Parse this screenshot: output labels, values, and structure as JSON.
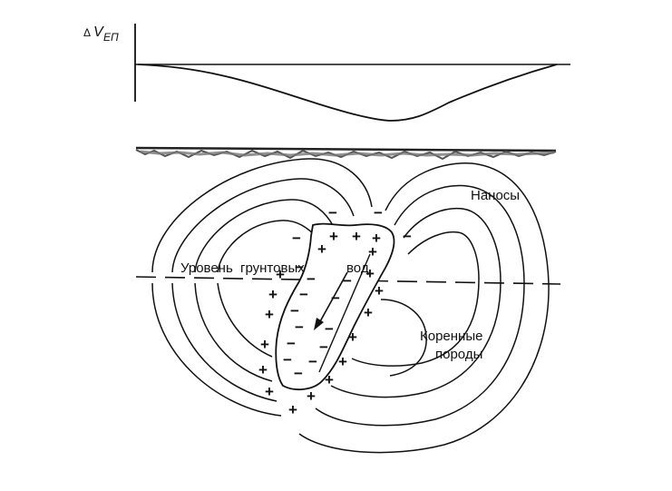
{
  "graph": {
    "delta_symbol": "Δ",
    "v_symbol": "V",
    "subscript": "ЕП"
  },
  "labels": {
    "sediments": "Наносы",
    "water_level_1": "Уровень",
    "water_level_2": "грунтовых",
    "water_level_3": "вод",
    "bedrock_1": "Коренные",
    "bedrock_2": "породы"
  },
  "signs": {
    "plus": "+",
    "minus": "−"
  },
  "colors": {
    "ink": "#111111",
    "ground": "#555555"
  }
}
